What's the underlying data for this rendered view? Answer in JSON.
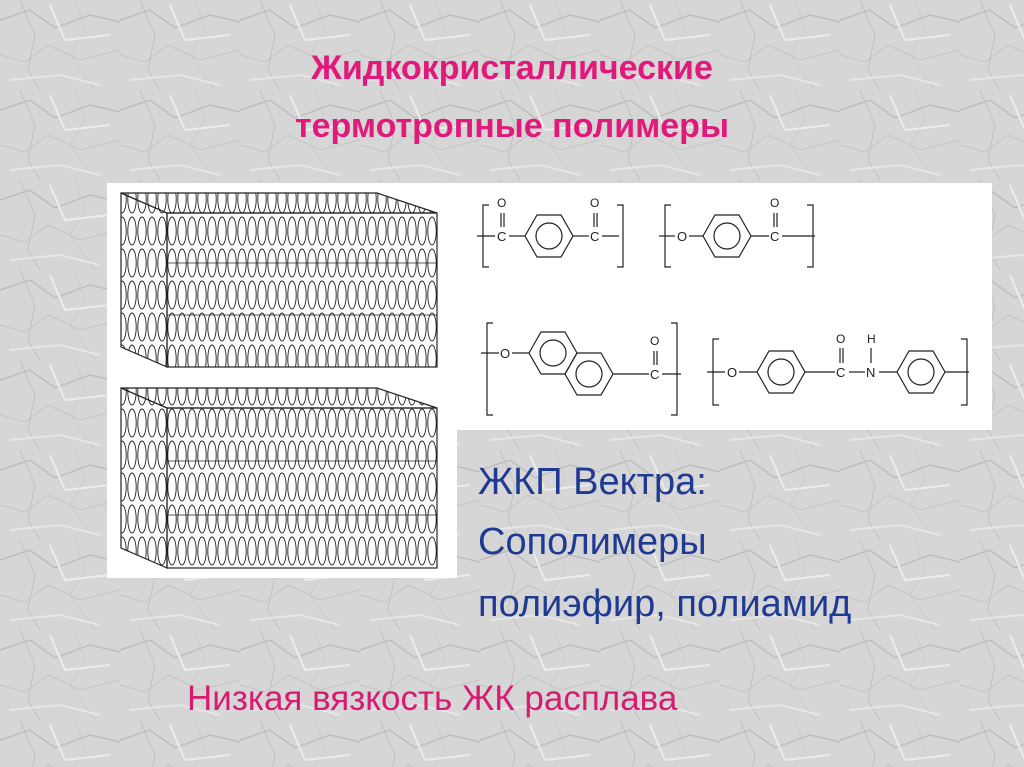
{
  "slide": {
    "title_line1": "Жидкокристаллические",
    "title_line2": "термотропные полимеры",
    "vectra_heading": "ЖКП Вектра:",
    "vectra_line2": "Сополимеры",
    "vectra_line3": "полиэфир, полиамид",
    "footer_text": "Низкая вязкость ЖК расплава"
  },
  "chem": {
    "o": "O",
    "c": "C",
    "n": "N",
    "h": "H"
  },
  "colors": {
    "title": "#e0197a",
    "blue_text": "#1f3a93",
    "footer": "#d91a72"
  }
}
